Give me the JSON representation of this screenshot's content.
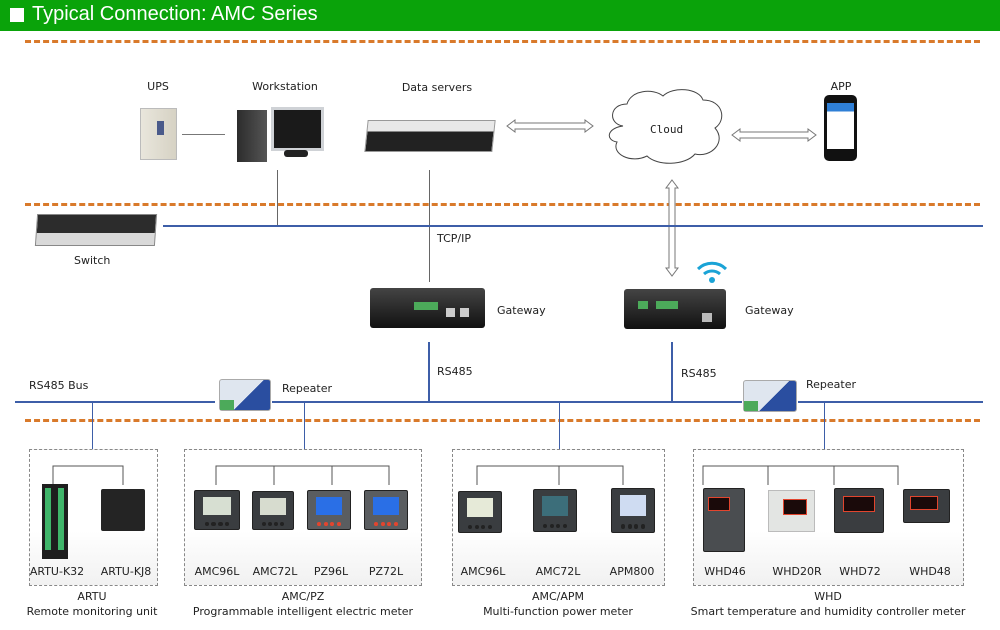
{
  "header": {
    "title": "Typical Connection: AMC Series"
  },
  "top": {
    "ups": "UPS",
    "workstation": "Workstation",
    "data_servers": "Data servers",
    "cloud": "Cloud",
    "app": "APP",
    "switch": "Switch",
    "tcpip": "TCP/IP"
  },
  "gateways": {
    "left": "Gateway",
    "right": "Gateway",
    "rs485_left": "RS485",
    "rs485_right": "RS485"
  },
  "bus": {
    "label": "RS485 Bus",
    "repeater_left": "Repeater",
    "repeater_right": "Repeater"
  },
  "groups": [
    {
      "devices": [
        "ARTU-K32",
        "ARTU-KJ8"
      ],
      "name": "ARTU",
      "desc": "Remote monitoring unit"
    },
    {
      "devices": [
        "AMC96L",
        "AMC72L",
        "PZ96L",
        "PZ72L"
      ],
      "name": "AMC/PZ",
      "desc": "Programmable intelligent electric meter"
    },
    {
      "devices": [
        "AMC96L",
        "AMC72L",
        "APM800"
      ],
      "name": "AMC/APM",
      "desc": "Multi-function power meter"
    },
    {
      "devices": [
        "WHD46",
        "WHD20R",
        "WHD72",
        "WHD48"
      ],
      "name": "WHD",
      "desc": "Smart temperature and humidity controller meter"
    }
  ],
  "colors": {
    "header": "#0aa30a",
    "dash": "#d97a2b",
    "bus": "#3d5ea8",
    "wifi": "#1aa3d6"
  }
}
